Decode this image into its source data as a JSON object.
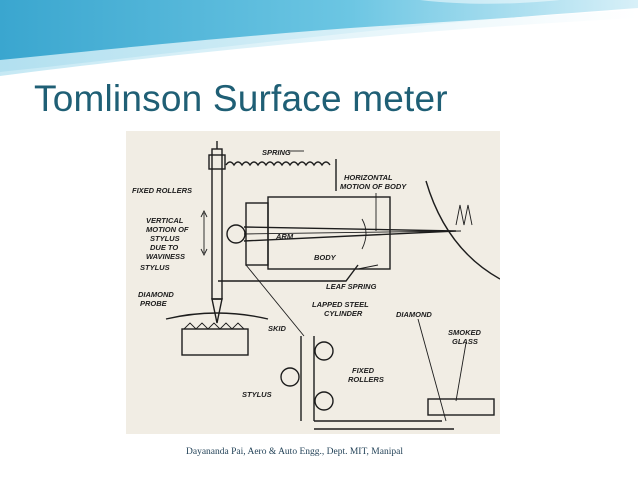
{
  "slide": {
    "title": "Tomlinson Surface meter",
    "footer": "Dayananda Pai, Aero & Auto Engg., Dept. MIT, Manipal"
  },
  "diagram": {
    "labels": {
      "spring": "SPRING",
      "horizontal_1": "HORIZONTAL",
      "horizontal_2": "MOTION OF BODY",
      "fixed_rollers_top": "FIXED ROLLERS",
      "vertical_1": "VERTICAL",
      "vertical_2": "MOTION OF",
      "vertical_3": "STYLUS",
      "vertical_4": "DUE TO",
      "vertical_5": "WAVINESS",
      "stylus_top": "STYLUS",
      "arm": "ARM",
      "body": "BODY",
      "leaf_spring": "LEAF SPRING",
      "diamond_probe_1": "DIAMOND",
      "diamond_probe_2": "PROBE",
      "lapped_1": "LAPPED STEEL",
      "lapped_2": "CYLINDER",
      "diamond": "DIAMOND",
      "smoked_1": "SMOKED",
      "smoked_2": "GLASS",
      "skid": "SKID",
      "fixed_rollers_bottom_1": "FIXED",
      "fixed_rollers_bottom_2": "ROLLERS",
      "stylus_bottom": "STYLUS"
    }
  },
  "colors": {
    "title": "#1f5f75",
    "wave_dark": "#49b2d6",
    "wave_light": "#b9e4f2",
    "paper": "#f1ede4"
  }
}
